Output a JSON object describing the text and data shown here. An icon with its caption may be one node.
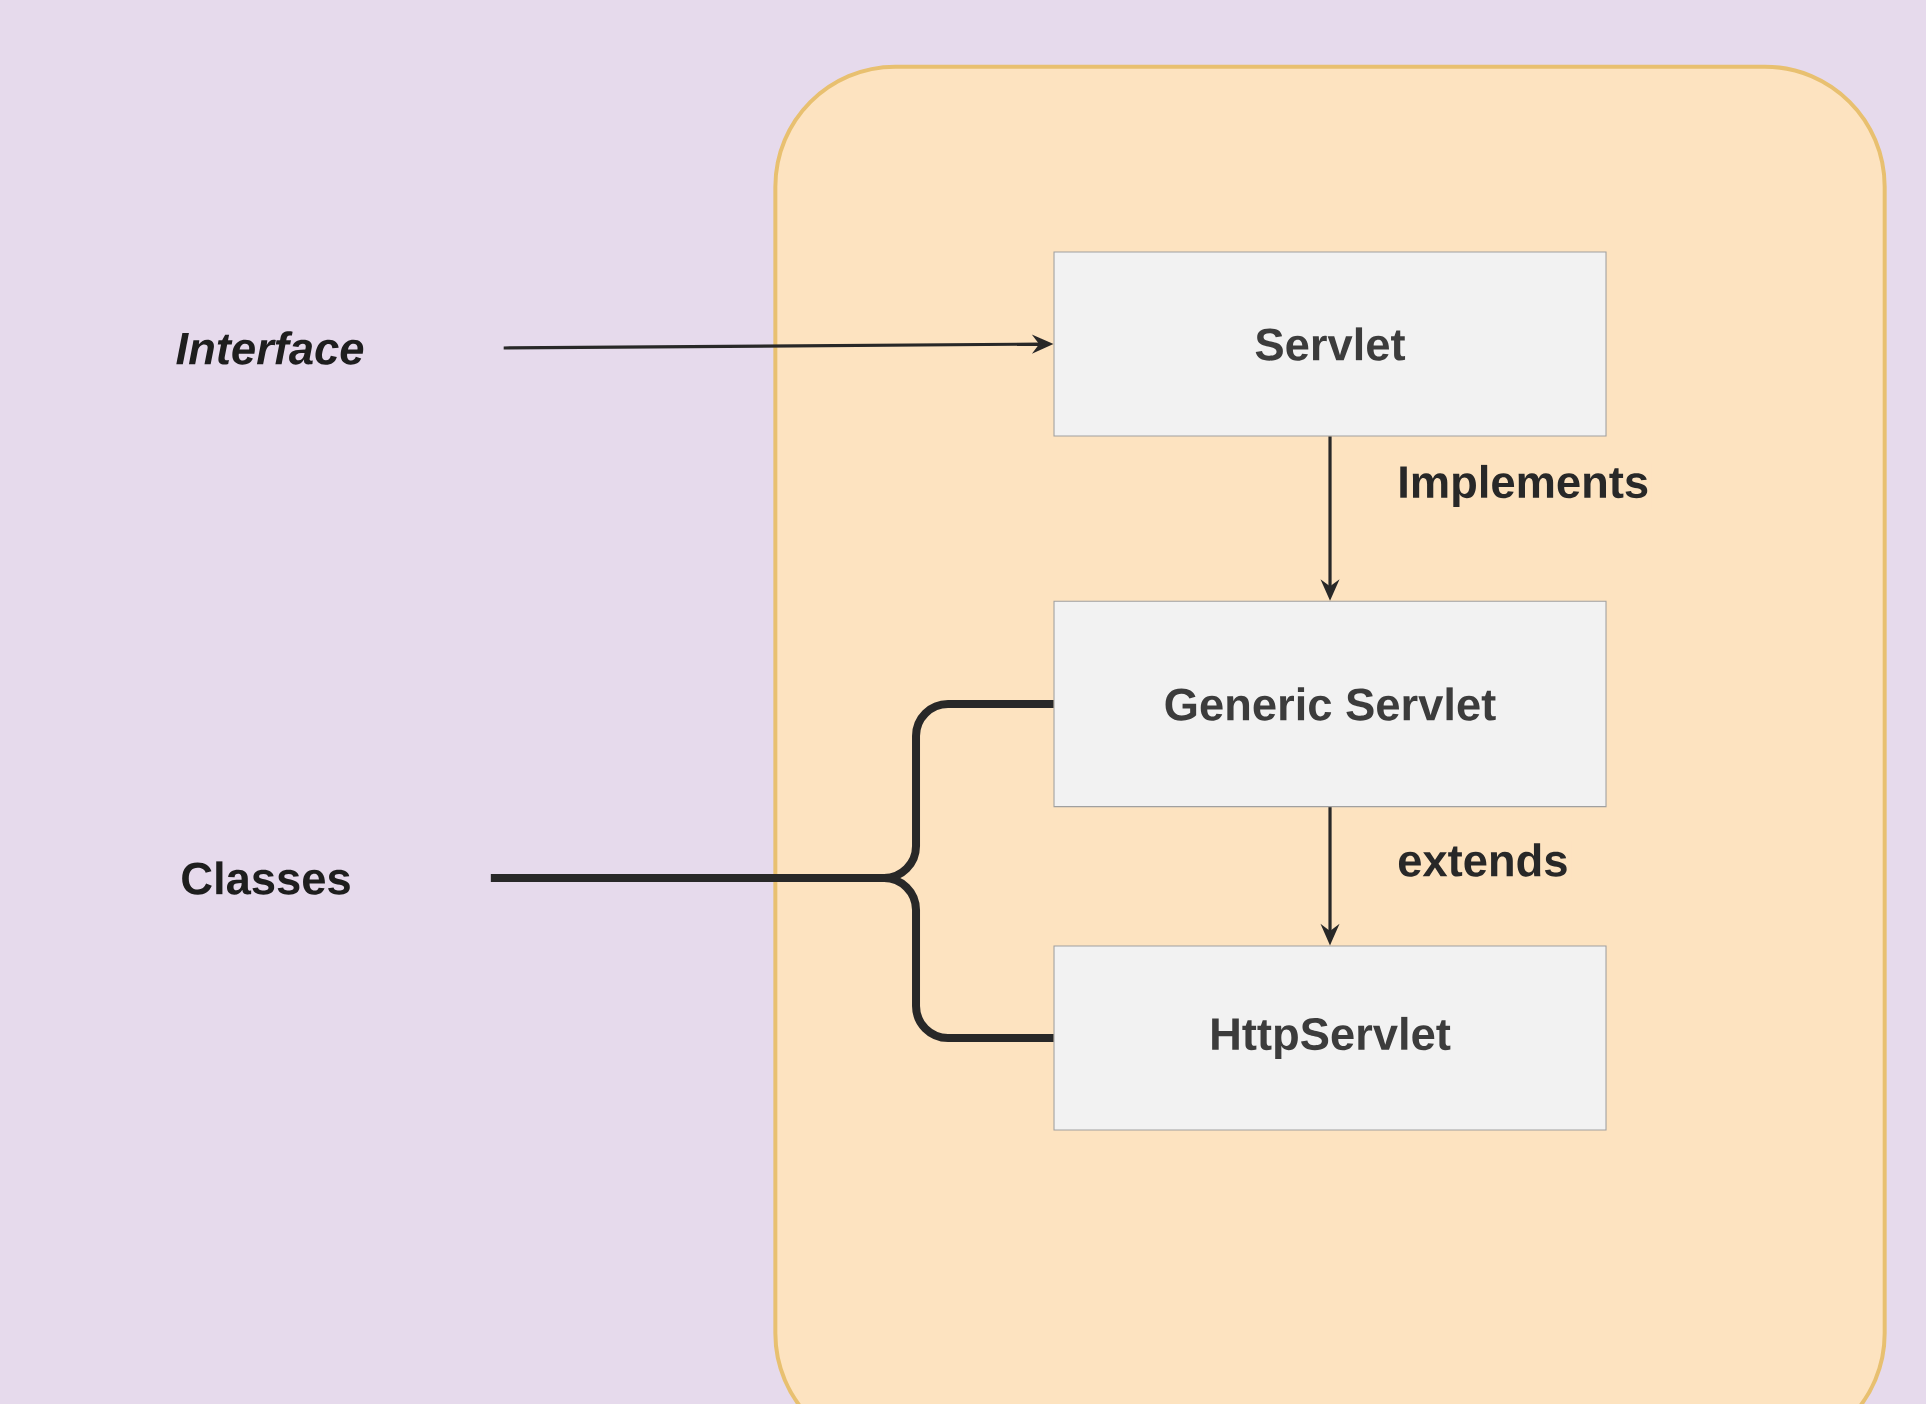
{
  "diagram": {
    "nodes": [
      {
        "text": [],
        "shape": "box"
      },
      {
        "text": [
          "Servlet"
        ],
        "in": 0
      },
      {
        "text": [
          "Generic Servlet"
        ],
        "in": 0
      },
      {
        "text": [
          "HttpServlet"
        ],
        "in": 0
      },
      {
        "text": [
          "*Interface*"
        ]
      },
      {
        "text": [
          "Classes"
        ]
      }
    ],
    "edges": [
      {
        "from": 4,
        "to": 1,
        "arrow": "to"
      },
      {
        "from": 1,
        "to": 2,
        "arrow": "to",
        "label": "Implements"
      },
      {
        "from": 2,
        "to": 3,
        "arrow": "to",
        "label": "extends"
      },
      {
        "from": 5,
        "to": 2,
        "arrow": "none",
        "style": "thick"
      },
      {
        "from": 5,
        "to": 3,
        "arrow": "none",
        "style": "thick"
      }
    ]
  }
}
